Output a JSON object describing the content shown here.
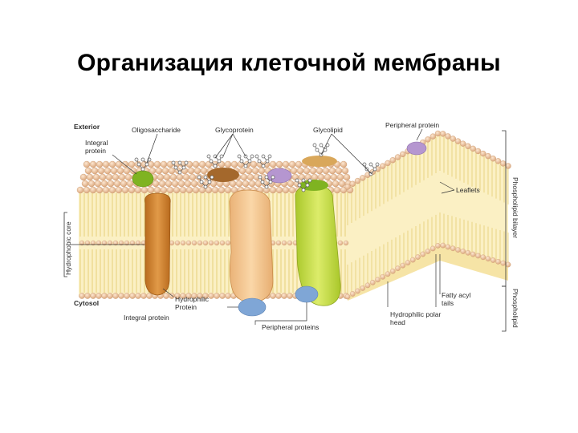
{
  "title": "Организация клеточной мембраны",
  "diagram": {
    "labels": {
      "exterior": "Exterior",
      "integral_protein_top": [
        "Integral",
        "protein"
      ],
      "oligosaccharide": "Oligosaccharide",
      "glycoprotein": "Glycoprotein",
      "glycolipid": "Glycolipid",
      "peripheral_protein": "Peripheral protein",
      "leaflets": "Leaflets",
      "phospholipid_bilayer": "Phospholipid bilayer",
      "phospholipid": "Phospholipid",
      "hydrophobic_core": "Hydrophobic core",
      "cytosol": "Cytosol",
      "hydrophilic_protein": [
        "Hydrophilic",
        "Protein"
      ],
      "integral_protein_bottom": "Integral protein",
      "peripheral_proteins": "Peripheral proteins",
      "fatty_acyl_tails": [
        "Fatty acyl",
        "tails"
      ],
      "hydrophilic_polar_head": [
        "Hydrophilic polar",
        "head"
      ]
    },
    "colors": {
      "phospholipid_head": "#f1c9a2",
      "tails": "#f4e39b",
      "core": "#fbf0c4",
      "protein_orange": "#d8892e",
      "protein_peach": "#f6c98f",
      "protein_lime": "#c6dd3a",
      "protein_green_top": "#7fb321",
      "glycoprotein_brown": "#a4682c",
      "glycolipid_tan": "#d9a75a",
      "peripheral_purple": "#b596d0",
      "peripheral_blue": "#7fa6d6"
    }
  }
}
